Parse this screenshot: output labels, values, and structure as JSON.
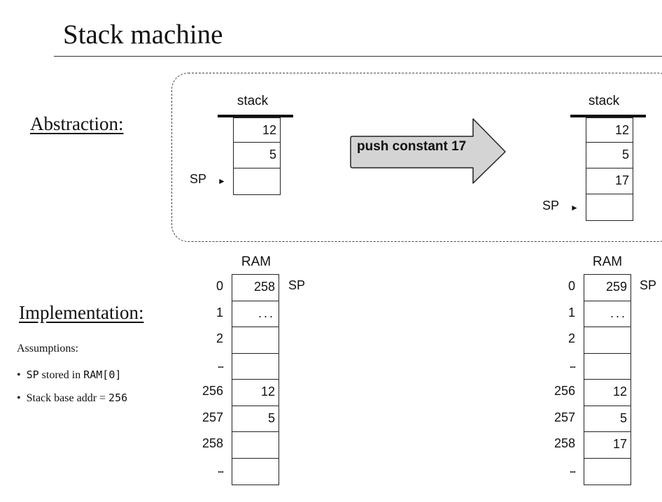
{
  "title": "Stack machine",
  "sections": {
    "abstraction": "Abstraction:",
    "implementation": "Implementation:"
  },
  "assumptions": {
    "title": "Assumptions:",
    "bullet1": {
      "bullet": "•",
      "code1": "SP",
      "text1": " stored in ",
      "code2": "RAM[0]"
    },
    "bullet2": {
      "bullet": "•",
      "text1": "Stack base addr = ",
      "code1": "256"
    }
  },
  "operation": "push constant 17",
  "stack_before": {
    "label": "stack",
    "cells": [
      "12",
      "5",
      ""
    ],
    "sp_label": "SP",
    "sp_arrow": "►"
  },
  "stack_after": {
    "label": "stack",
    "cells": [
      "12",
      "5",
      "17",
      ""
    ],
    "sp_label": "SP",
    "sp_arrow": "►"
  },
  "ram_before": {
    "label": "RAM",
    "sp_tag": "SP",
    "rows": [
      {
        "addr": "0",
        "value": "258"
      },
      {
        "addr": "1",
        "value": "..."
      },
      {
        "addr": "2",
        "value": ""
      },
      {
        "addr": "...",
        "value": ""
      },
      {
        "addr": "256",
        "value": "12"
      },
      {
        "addr": "257",
        "value": "5"
      },
      {
        "addr": "258",
        "value": ""
      },
      {
        "addr": "...",
        "value": ""
      }
    ]
  },
  "ram_after": {
    "label": "RAM",
    "sp_tag": "SP",
    "rows": [
      {
        "addr": "0",
        "value": "259"
      },
      {
        "addr": "1",
        "value": "..."
      },
      {
        "addr": "2",
        "value": ""
      },
      {
        "addr": "...",
        "value": ""
      },
      {
        "addr": "256",
        "value": "12"
      },
      {
        "addr": "257",
        "value": "5"
      },
      {
        "addr": "258",
        "value": "17"
      },
      {
        "addr": "...",
        "value": ""
      }
    ]
  },
  "colors": {
    "arrow_fill": "#d4d4d4",
    "stroke": "#222222",
    "frame": "#444444"
  }
}
